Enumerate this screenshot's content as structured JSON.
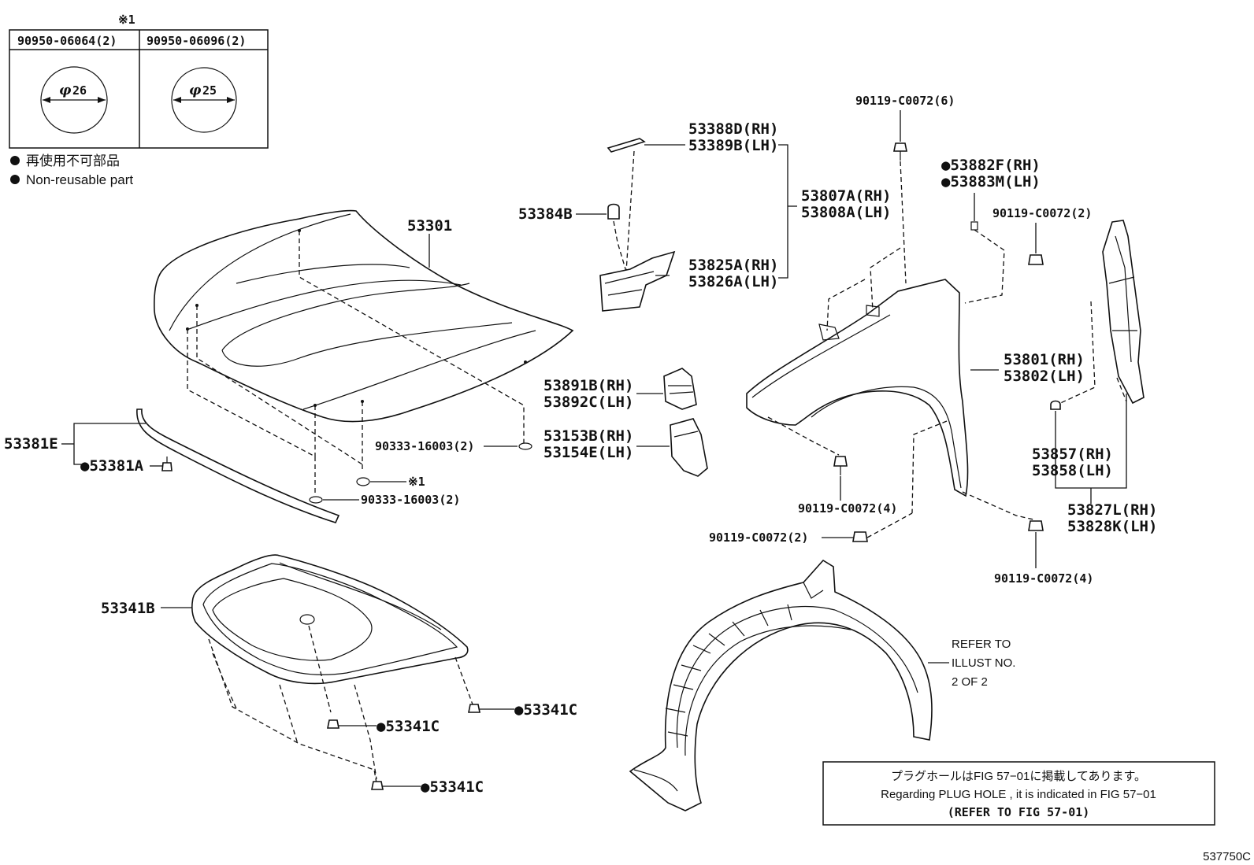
{
  "footnote_table": {
    "marker": "※1",
    "columns": [
      {
        "part": "90950-06064(2)",
        "diameter_symbol": "φ",
        "diameter": "26"
      },
      {
        "part": "90950-06096(2)",
        "diameter_symbol": "φ",
        "diameter": "25"
      }
    ]
  },
  "legend": {
    "bullet": "●",
    "jp": "再使用不可部品",
    "en": "Non-reusable part"
  },
  "labels": {
    "hood": "53301",
    "hood_seal": "53381E",
    "hood_seal_clip": "●53381A",
    "hood_plug_upper": "90333-16003(2)",
    "hood_plug_lower": "90333-16003(2)",
    "plug_note_marker": "※1",
    "hood_insulator": "53341B",
    "insulator_clip_1": "●53341C",
    "insulator_clip_2": "●53341C",
    "insulator_clip_3": "●53341C",
    "cushion": "53384B",
    "seal_rh": "53388D(RH)",
    "seal_lh": "53389B(LH)",
    "bracket_asm_rh": "53807A(RH)",
    "bracket_asm_lh": "53808A(LH)",
    "bracket_rh": "53825A(RH)",
    "bracket_lh": "53826A(LH)",
    "spacer_rh": "53891B(RH)",
    "spacer_lh": "53892C(LH)",
    "pad_rh": "53153B(RH)",
    "pad_lh": "53154E(LH)",
    "bolt_top": "90119-C0072(6)",
    "fender_clip_rh": "●53882F(RH)",
    "fender_clip_lh": "●53883M(LH)",
    "bolt_right_upper": "90119-C0072(2)",
    "fender_rh": "53801(RH)",
    "fender_lh": "53802(LH)",
    "fender_seal_rh": "53857(RH)",
    "fender_seal_lh": "53858(LH)",
    "fender_seal_asm_rh": "53827L(RH)",
    "fender_seal_asm_lh": "53828K(LH)",
    "bolt_lower_mid": "90119-C0072(4)",
    "bolt_lower_left": "90119-C0072(2)",
    "bolt_lower_right": "90119-C0072(4)"
  },
  "refer": [
    "REFER TO",
    "ILLUST NO.",
    "2 OF 2"
  ],
  "note_box": {
    "jp": "プラグホールはFIG 57−01に掲載してあります。",
    "en": "Regarding  PLUG  HOLE , it is indicated in FIG  57−01",
    "ref": "(REFER  TO  FIG  57-01)"
  },
  "illustration_code": "537750C"
}
